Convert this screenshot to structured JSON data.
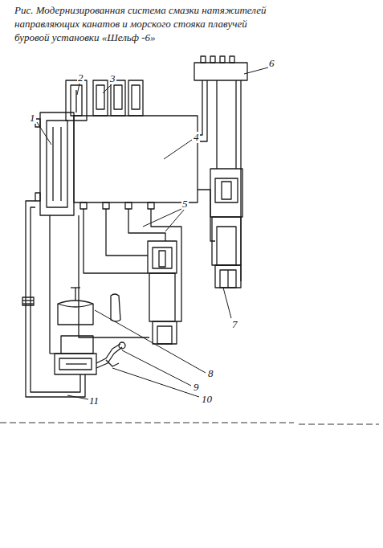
{
  "diagram": {
    "title": "Рис. Модернизированная система смазки натяжителей направляющих канатов и морского стояка плавучей буровой установки «Шельф -6»",
    "labels": [
      "1",
      "2",
      "3",
      "4",
      "5",
      "6",
      "7",
      "8",
      "9",
      "10",
      "11"
    ]
  }
}
